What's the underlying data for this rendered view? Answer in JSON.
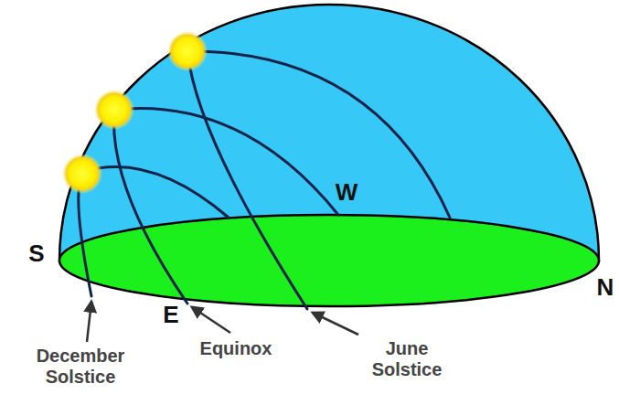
{
  "diagram": {
    "labels": [
      "S",
      "W",
      "N",
      "E",
      "December Solstice",
      "Equinox",
      "June Solstice"
    ]
  }
}
